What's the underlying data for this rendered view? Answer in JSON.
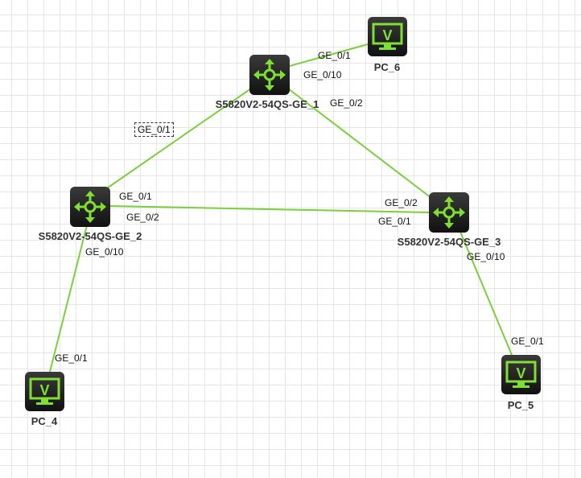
{
  "colors": {
    "link": "#7ccf3c",
    "icon": "#7fe030"
  },
  "nodes": {
    "sw1": {
      "label": "S5820V2-54QS-GE_1",
      "icon": "switch-icon"
    },
    "sw2": {
      "label": "S5820V2-54QS-GE_2",
      "icon": "switch-icon"
    },
    "sw3": {
      "label": "S5820V2-54QS-GE_3",
      "icon": "switch-icon"
    },
    "pc4": {
      "label": "PC_4",
      "icon": "pc-monitor-icon"
    },
    "pc5": {
      "label": "PC_5",
      "icon": "pc-monitor-icon"
    },
    "pc6": {
      "label": "PC_6",
      "icon": "pc-monitor-icon"
    }
  },
  "ports": {
    "pc6_sw1": "GE_0/1",
    "sw1_pc6": "GE_0/10",
    "sw1_sw3": "GE_0/2",
    "sw1_sw2_sel": "GE_0/1",
    "sw2_sw1": "GE_0/1",
    "sw2_sw3": "GE_0/2",
    "sw2_pc4": "GE_0/10",
    "pc4_sw2": "GE_0/1",
    "sw3_sw1": "GE_0/2",
    "sw3_sw2": "GE_0/1",
    "sw3_pc5": "GE_0/10",
    "pc5_sw3": "GE_0/1"
  }
}
